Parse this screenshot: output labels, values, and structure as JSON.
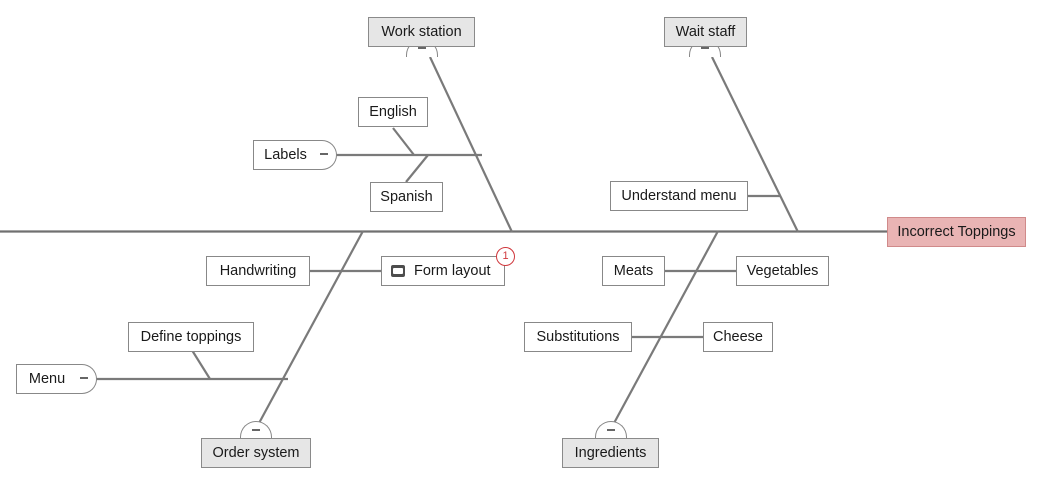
{
  "diagram": {
    "type": "fishbone",
    "title": "Incorrect Toppings",
    "spine_color": "#707070",
    "bone_color": "#7a7a7a",
    "category_fill": "#e6e6e6",
    "effect_fill": "#e9b4b4",
    "badge_color": "#d0393e"
  },
  "effect": {
    "label": "Incorrect Toppings"
  },
  "categories": [
    {
      "id": "work-station",
      "label": "Work station",
      "collapse": "–"
    },
    {
      "id": "wait-staff",
      "label": "Wait staff",
      "collapse": "–"
    },
    {
      "id": "order-system",
      "label": "Order system",
      "collapse": "–"
    },
    {
      "id": "ingredients",
      "label": "Ingredients",
      "collapse": "–"
    }
  ],
  "causes": [
    {
      "id": "labels",
      "label": "Labels",
      "collapse": "–"
    },
    {
      "id": "english",
      "label": "English"
    },
    {
      "id": "spanish",
      "label": "Spanish"
    },
    {
      "id": "understand-menu",
      "label": "Understand menu"
    },
    {
      "id": "handwriting",
      "label": "Handwriting"
    },
    {
      "id": "form-layout",
      "label": "Form layout",
      "icon": "note-icon",
      "badge": "1"
    },
    {
      "id": "meats",
      "label": "Meats"
    },
    {
      "id": "vegetables",
      "label": "Vegetables"
    },
    {
      "id": "define-toppings",
      "label": "Define toppings"
    },
    {
      "id": "menu",
      "label": "Menu",
      "collapse": "–"
    },
    {
      "id": "substitutions",
      "label": "Substitutions"
    },
    {
      "id": "cheese",
      "label": "Cheese"
    }
  ]
}
